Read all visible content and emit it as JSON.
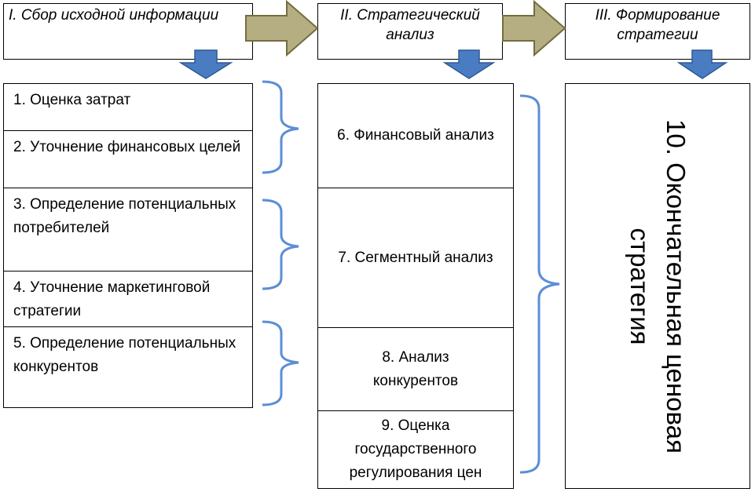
{
  "stages": [
    {
      "title": "I. Сбор исходной информации"
    },
    {
      "title": "II. Стратегический анализ"
    },
    {
      "title": "III. Формирование стратегии"
    }
  ],
  "steps_input": [
    {
      "label": "1. Оценка затрат"
    },
    {
      "label": "2. Уточнение финансовых целей"
    },
    {
      "label": "3. Определение потенциальных потребителей"
    },
    {
      "label": "4. Уточнение маркетинговой стратегии"
    },
    {
      "label": "5. Определение потенциальных конкурентов"
    }
  ],
  "steps_analysis": [
    {
      "label": "6. Финансовый анализ"
    },
    {
      "label": "7. Сегментный анализ"
    },
    {
      "label": "8. Анализ конкурентов"
    },
    {
      "label": "9. Оценка государственного регулирования цен"
    }
  ],
  "result": {
    "label": "10. Окончательная ценовая стратегия"
  },
  "colors": {
    "stage_arrow_fill": "#b4ae82",
    "stage_arrow_stroke": "#736d3f",
    "down_arrow_fill": "#4a7cc2",
    "down_arrow_stroke": "#2e5896",
    "brace": "#5b8ed6"
  }
}
